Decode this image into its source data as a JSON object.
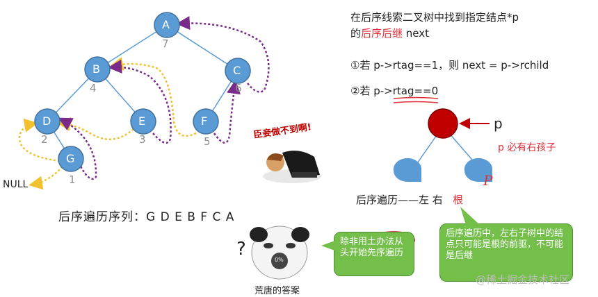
{
  "tree": {
    "nodes": [
      {
        "id": "A",
        "label": "A",
        "order": "7",
        "fill": "#5b9bd5"
      },
      {
        "id": "B",
        "label": "B",
        "order": "4",
        "fill": "#5b9bd5"
      },
      {
        "id": "C",
        "label": "C",
        "order": "6",
        "fill": "#5b9bd5"
      },
      {
        "id": "D",
        "label": "D",
        "order": "2",
        "fill": "#5b9bd5"
      },
      {
        "id": "E",
        "label": "E",
        "order": "3",
        "fill": "#5b9bd5"
      },
      {
        "id": "F",
        "label": "F",
        "order": "5",
        "fill": "#5b9bd5"
      },
      {
        "id": "G",
        "label": "G",
        "order": "1",
        "fill": "#5b9bd5"
      }
    ],
    "null_label": "NULL",
    "sequence_label": "后序遍历序列：G D E B F C A",
    "yellow_thread_color": "#f2c12e",
    "purple_thread_color": "#7a2a8a"
  },
  "title": {
    "line1": "在后序线索二叉树中找到指定结点*p",
    "line2_prefix": "的",
    "line2_red": "后序后继",
    "line2_suffix": " next"
  },
  "case1": "①若 p->rtag==1，则 next = p->rchild",
  "case2": "②若 p->rtag==0",
  "mini_tree": {
    "p_label": "p",
    "note": "p 必有右孩子",
    "order_prefix": "后序遍历——左   右",
    "order_root": "根",
    "handwritten_p": "P",
    "root_color": "#c00000",
    "child_color": "#5b9bd5"
  },
  "meme_top": {
    "caption": "臣妾做不到啊!"
  },
  "meme_bottom": {
    "caption": "荒唐的答案",
    "question_mark": "?",
    "badge": "0%"
  },
  "bubble_left": {
    "text": "除非用土办法从头开始先序遍历"
  },
  "bubble_right": {
    "text": "后序遍历中，左右子树中的结点只可能是根的前驱，不可能是后继"
  },
  "watermark": "@稀土掘金技术社区"
}
